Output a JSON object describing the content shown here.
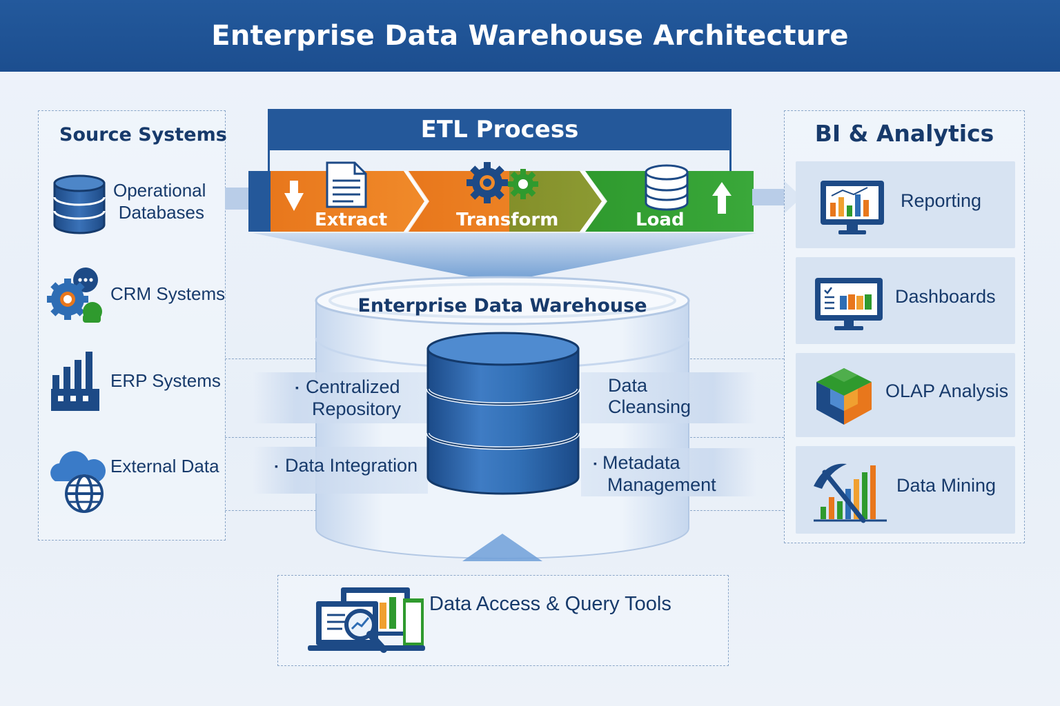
{
  "title": "Enterprise Data Warehouse Architecture",
  "source_systems": {
    "title": "Source Systems",
    "items": [
      {
        "label_line1": "Operational",
        "label_line2": "Databases",
        "icon": "database-icon"
      },
      {
        "label": "CRM Systems",
        "icon": "crm-gears-chat-icon"
      },
      {
        "label": "ERP Systems",
        "icon": "factory-icon"
      },
      {
        "label": "External Data",
        "icon": "cloud-globe-icon"
      }
    ]
  },
  "etl": {
    "title": "ETL Process",
    "steps": [
      {
        "label": "Extract",
        "color": "#e8771c",
        "icon": "document-down-arrow-icon"
      },
      {
        "label": "Transform",
        "color": "#e8771c",
        "icon": "gears-icon"
      },
      {
        "label": "Load",
        "color": "#2f9a2e",
        "icon": "database-up-arrow-icon"
      }
    ]
  },
  "warehouse": {
    "title": "Enterprise Data Warehouse",
    "features_left": [
      {
        "line1": "Centralized",
        "line2": "Repository"
      },
      {
        "line1": "Data Integration"
      }
    ],
    "features_right": [
      {
        "line1": "Data",
        "line2": "Cleansing"
      },
      {
        "line1": "Metadata",
        "line2": "Management"
      }
    ]
  },
  "bi": {
    "title": "BI & Analytics",
    "items": [
      {
        "label": "Reporting",
        "icon": "monitor-bar-chart-icon"
      },
      {
        "label": "Dashboards",
        "icon": "monitor-dashboard-icon"
      },
      {
        "label": "OLAP Analysis",
        "icon": "olap-cube-icon"
      },
      {
        "label": "Data Mining",
        "icon": "pickaxe-chart-icon"
      }
    ]
  },
  "access": {
    "label": "Data Access & Query Tools",
    "icon": "laptop-magnifier-icon"
  },
  "colors": {
    "brand_blue": "#1f5396",
    "navy_text": "#173a6b",
    "orange": "#e8771c",
    "green": "#2f9a2e"
  }
}
